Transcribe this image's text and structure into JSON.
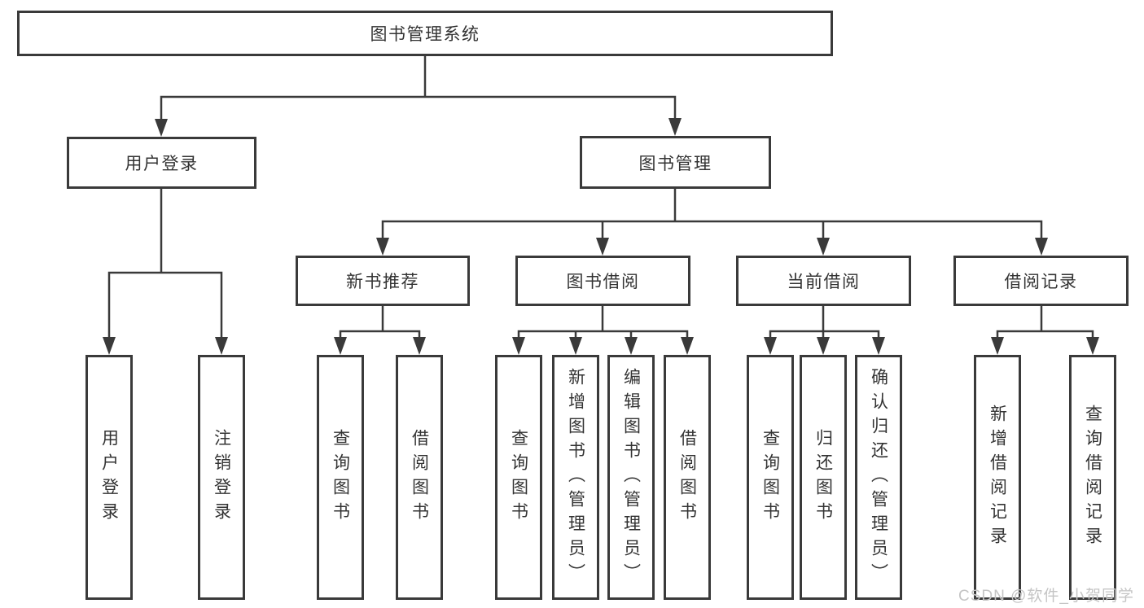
{
  "diagram": {
    "tree": {
      "label": "图书管理系统",
      "children": [
        {
          "label": "用户登录",
          "children": [
            {
              "label": "用户登录"
            },
            {
              "label": "注销登录"
            }
          ]
        },
        {
          "label": "图书管理",
          "children": [
            {
              "label": "新书推荐",
              "children": [
                {
                  "label": "查询图书"
                },
                {
                  "label": "借阅图书"
                }
              ]
            },
            {
              "label": "图书借阅",
              "children": [
                {
                  "label": "查询图书"
                },
                {
                  "label": "新增图书（管理员）"
                },
                {
                  "label": "编辑图书（管理员）"
                },
                {
                  "label": "借阅图书"
                }
              ]
            },
            {
              "label": "当前借阅",
              "children": [
                {
                  "label": "查询图书"
                },
                {
                  "label": "归还图书"
                },
                {
                  "label": "确认归还（管理员）"
                }
              ]
            },
            {
              "label": "借阅记录",
              "children": [
                {
                  "label": "新增借阅记录"
                },
                {
                  "label": "查询借阅记录"
                }
              ]
            }
          ]
        }
      ]
    },
    "colors": {
      "line": "#3a3a3a",
      "box_border": "#3a3a3a",
      "box_bg": "#ffffff",
      "text": "#333333",
      "watermark": "#c5c5c5"
    }
  },
  "watermark": {
    "text": "CSDN @软件_小贺同学"
  }
}
